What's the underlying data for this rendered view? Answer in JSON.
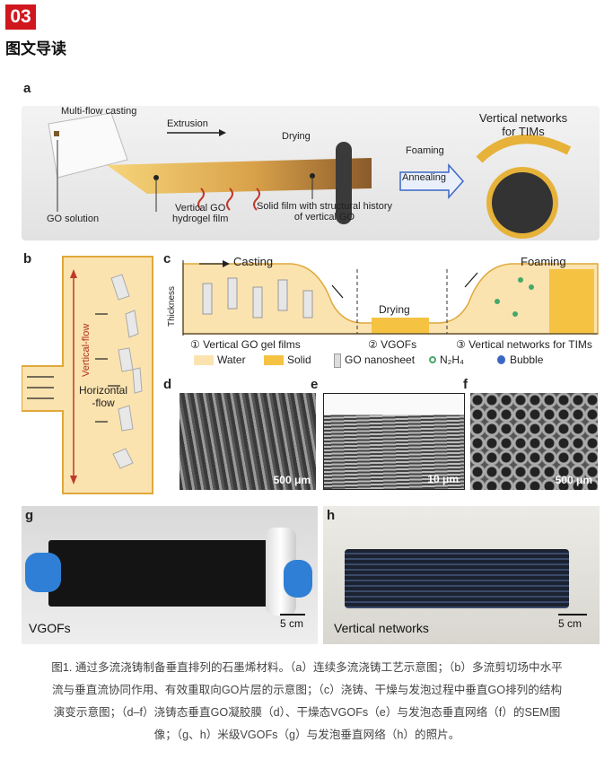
{
  "header": {
    "number": "03",
    "title": "图文导读"
  },
  "panel_a": {
    "label": "a",
    "multi_flow": "Multi-flow casting",
    "extrusion": "Extrusion",
    "drying": "Drying",
    "go_solution": "GO solution",
    "hydrogel_line1": "Vertical GO",
    "hydrogel_line2": "hydrogel film",
    "solid_line1": "Solid film with structural history",
    "solid_line2": "of vertical GO",
    "foaming": "Foaming",
    "annealing": "Annealing",
    "networks_line1": "Vertical networks",
    "networks_line2": "for TIMs"
  },
  "panel_b": {
    "label": "b",
    "vertical_flow": "Vertical-flow",
    "horizontal_line1": "Horizontal",
    "horizontal_line2": "-flow"
  },
  "panel_c": {
    "label": "c",
    "casting": "Casting",
    "foaming": "Foaming",
    "thickness": "Thickness",
    "drying": "Drying",
    "stage1": "① Vertical GO gel films",
    "stage2": "② VGOFs",
    "stage3": "③ Vertical networks for TIMs",
    "legend_water": "Water",
    "legend_solid": "Solid",
    "legend_go": "GO nanosheet",
    "legend_n2h4": "N₂H₄",
    "legend_bubble": "Bubble"
  },
  "panel_d": {
    "label": "d",
    "scale": "500 μm"
  },
  "panel_e": {
    "label": "e",
    "scale": "10 μm"
  },
  "panel_f": {
    "label": "f",
    "scale": "500 μm"
  },
  "panel_g": {
    "label": "g",
    "name": "VGOFs",
    "scale": "5 cm"
  },
  "panel_h": {
    "label": "h",
    "name": "Vertical networks",
    "scale": "5 cm"
  },
  "caption": {
    "line1": "图1. 通过多流浇铸制备垂直排列的石墨烯材料。（a）连续多流浇铸工艺示意图；（b）多流剪切场中水平",
    "line2": "流与垂直流协同作用、有效重取向GO片层的示意图；（c）浇铸、干燥与发泡过程中垂直GO排列的结构",
    "line3": "演变示意图；（d–f）浇铸态垂直GO凝胶膜（d）、干燥态VGOFs（e）与发泡态垂直网络（f）的SEM图",
    "line4": "像；（g、h）米级VGOFs（g）与发泡垂直网络（h）的照片。"
  },
  "colors": {
    "badge": "#d0171d",
    "water": "#fbe3b0",
    "solid": "#f5c242",
    "arrow_blue": "#3b67c4",
    "flow_red": "#c0392b"
  }
}
